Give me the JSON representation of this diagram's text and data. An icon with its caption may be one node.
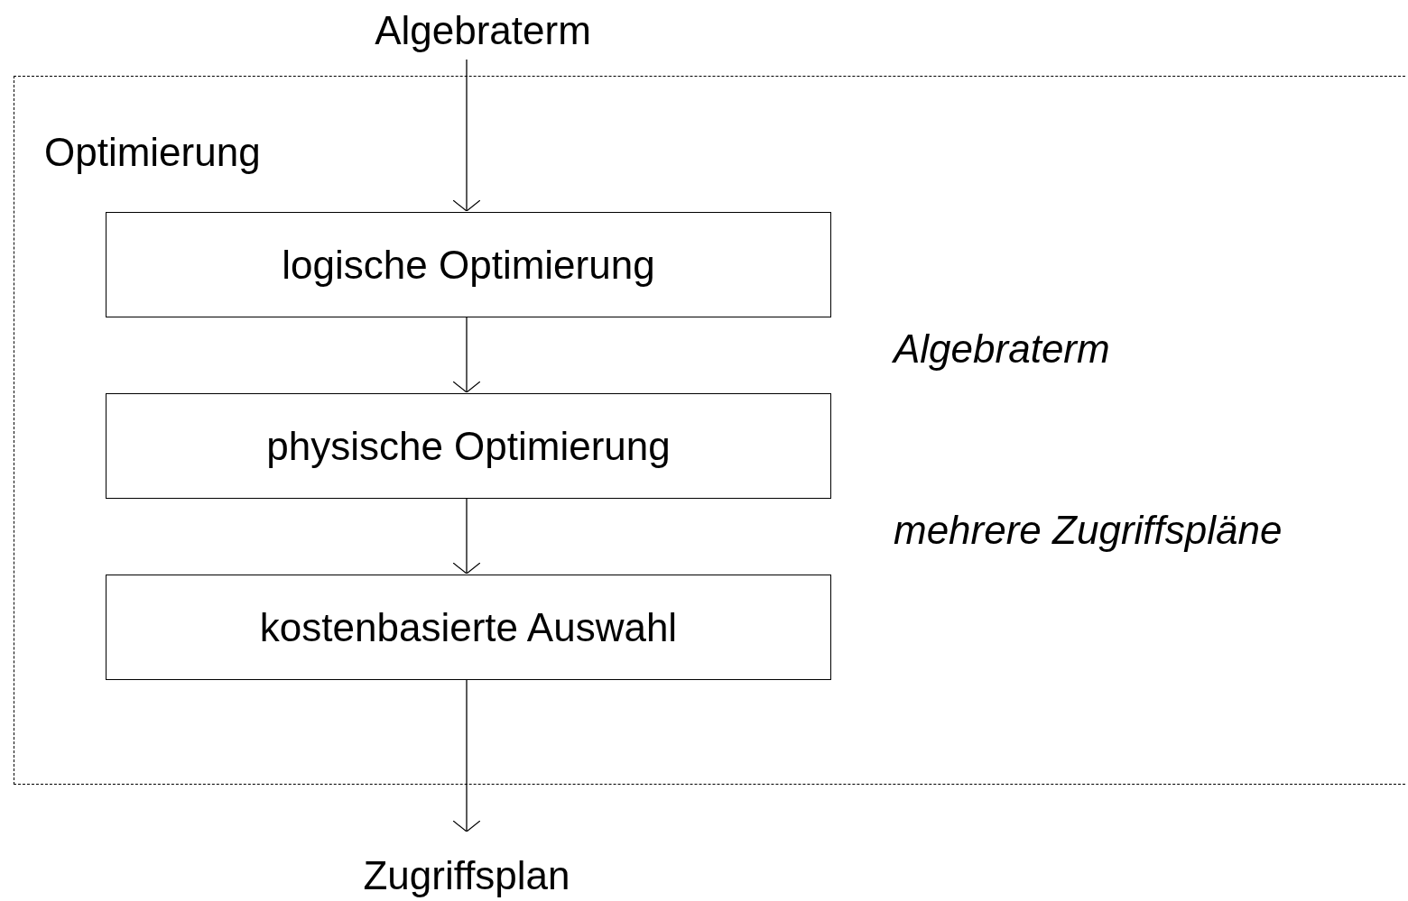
{
  "diagram": {
    "nodes": [
      {
        "text": [
          "Optimierung"
        ]
      },
      {
        "text": [
          "Algebraterm"
        ]
      },
      {
        "text": [
          "logische Optimierung"
        ],
        "in": 0
      },
      {
        "text": [
          "physische Optimierung"
        ],
        "in": 0
      },
      {
        "text": [
          "kostenbasierte Auswahl"
        ],
        "in": 0
      },
      {
        "text": [
          "Zugriffsplan"
        ]
      }
    ],
    "edges": [
      {
        "from": 1,
        "to": 2,
        "arrow": "to"
      },
      {
        "from": 2,
        "to": 3,
        "arrow": "to"
      },
      {
        "from": 3,
        "to": 4,
        "arrow": "to"
      },
      {
        "from": 4,
        "to": 5,
        "arrow": "to"
      }
    ],
    "labels": [
      "Algebraterm",
      "mehrere Zugriffspläne"
    ]
  }
}
